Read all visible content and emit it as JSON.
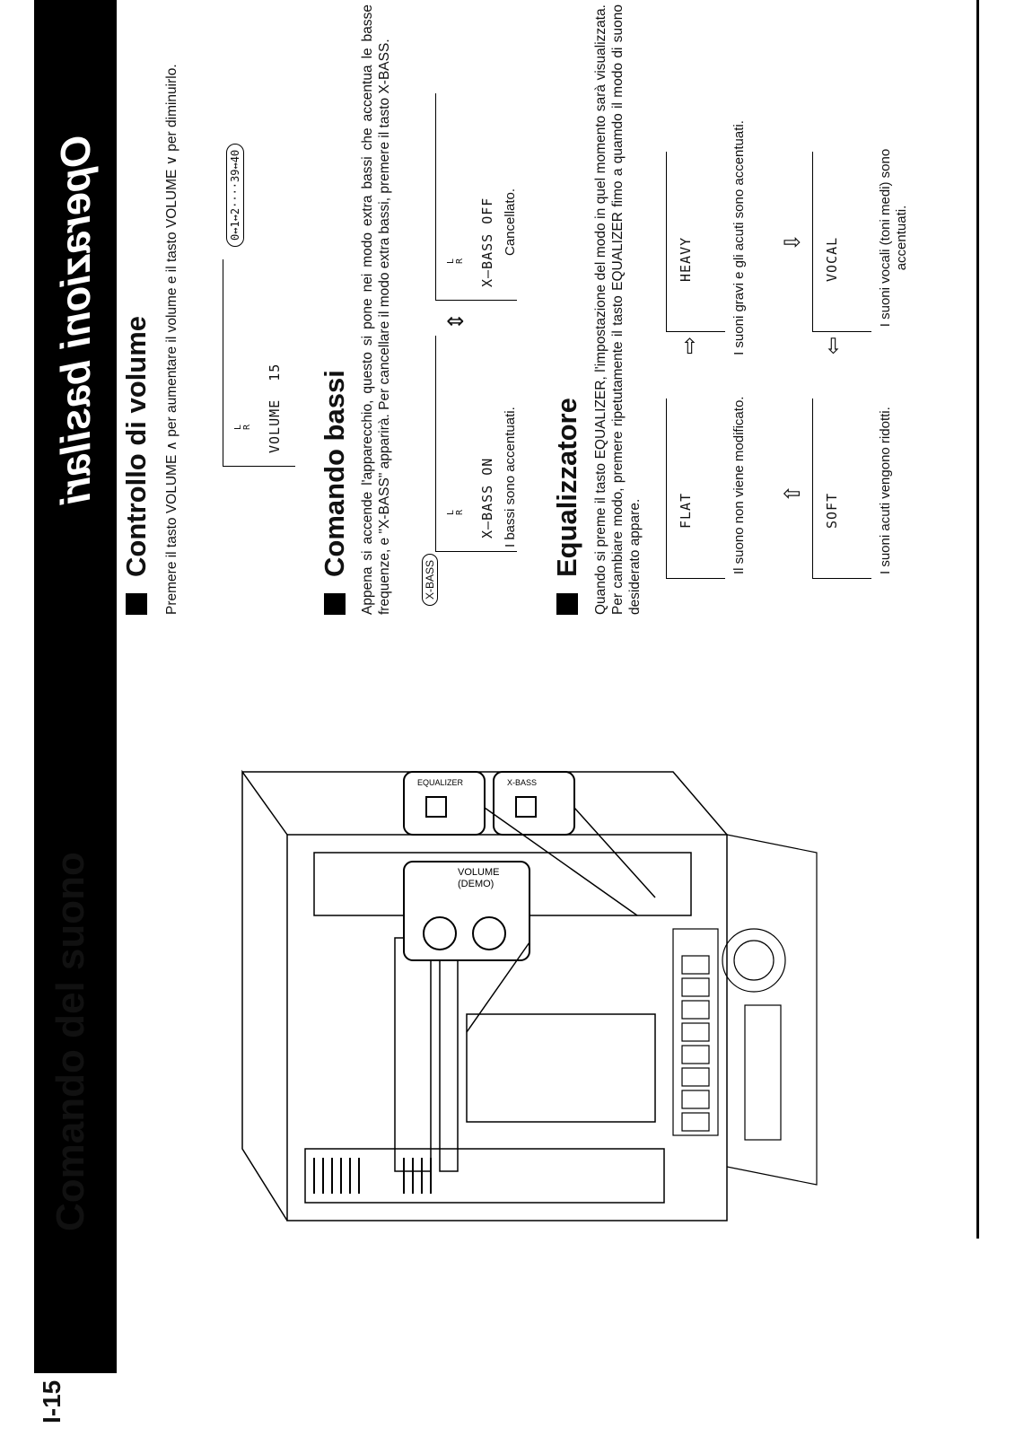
{
  "band": {
    "title": "Operazioni basilari"
  },
  "page_number": "I-15",
  "title": "Comando del suono",
  "volume": {
    "heading": "Controllo di volume",
    "text": "Premere il tasto VOLUME ∧ per aumentare il volume e il tasto VOLUME ∨ per diminuirlo.",
    "display": "VOLUME  15",
    "steps": "0↔1↔2····39↔40"
  },
  "bass": {
    "heading": "Comando bassi",
    "text": "Appena si accende l'apparecchio, questo si pone nei modo extra bassi che accentua le basse frequenze, e \"X-BASS\" apparirà. Per cancellare il modo extra bassi, premere il tasto X-BASS.",
    "button_label": "X-BASS",
    "on_display": "X–BASS ON",
    "on_caption": "I bassi sono accentuati.",
    "off_display": "X–BASS OFF",
    "off_caption": "Cancellato."
  },
  "equalizer": {
    "heading": "Equalizzatore",
    "text": "Quando si preme il tasto EQUALIZER, l'impostazione del modo in quel momento sarà visualizzata. Per cambiare modo, premere ripetutamente il tasto EQUALIZER fimo a quamdo il modo di suono desiderato appare.",
    "modes": [
      {
        "label": "FLAT",
        "caption": "Il suono non viene modificato."
      },
      {
        "label": "HEAVY",
        "caption": "I suoni gravi e gli acuti sono accentuati."
      },
      {
        "label": "VOCAL",
        "caption": "I suoni vocali (toni medi) sono accentuati."
      },
      {
        "label": "SOFT",
        "caption": "I suoni acuti vengono ridotti."
      }
    ]
  },
  "illustration": {
    "volume_label": "VOLUME",
    "demo_label": "(DEMO)",
    "equalizer_label": "EQUALIZER",
    "xbass_label": "X-BASS"
  }
}
